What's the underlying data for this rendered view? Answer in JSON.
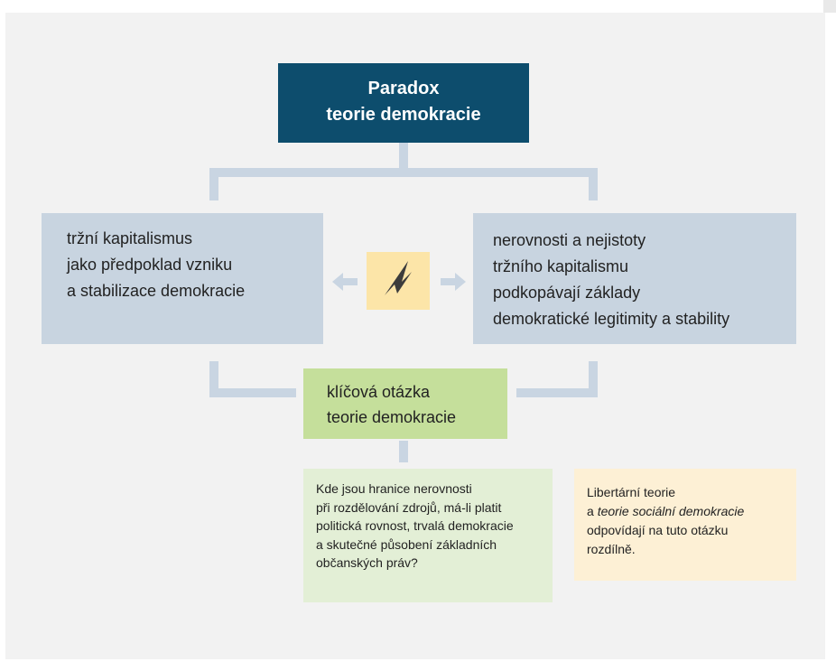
{
  "title": {
    "line1": "Paradox",
    "line2": "teorie demokracie"
  },
  "left_box": {
    "lines": [
      "tržní kapitalismus",
      "jako předpoklad vzniku",
      "a stabilizace demokracie"
    ]
  },
  "right_box": {
    "lines": [
      "nerovnosti a nejistoty",
      "tržního kapitalismu",
      "podkopávají základy",
      "demokratické legitimity a stability"
    ]
  },
  "conflict_icon": "lightning-bolt-icon",
  "key_question": {
    "lines": [
      "klíčová otázka",
      "teorie demokracie"
    ]
  },
  "question_note": {
    "lines": [
      "Kde jsou hranice nerovnosti",
      "při rozdělování zdrojů, má-li platit",
      "politická rovnost, trvalá demokracie",
      "a skutečné působení základních",
      "občanských práv?"
    ]
  },
  "answer_note": {
    "line1": "Libertární teorie",
    "line2_prefix": "a ",
    "line2_italic": "teorie sociální demokracie",
    "line3": "odpovídají na tuto otázku",
    "line4": "rozdílně."
  },
  "colors": {
    "title_bg": "#0d4d6d",
    "side_bg": "#c8d4e0",
    "key_bg": "#c5df9b",
    "question_bg": "#e3efd6",
    "answer_bg": "#fdf0d5",
    "bolt_bg": "#fce5a8",
    "connector": "#c9d5e2"
  }
}
